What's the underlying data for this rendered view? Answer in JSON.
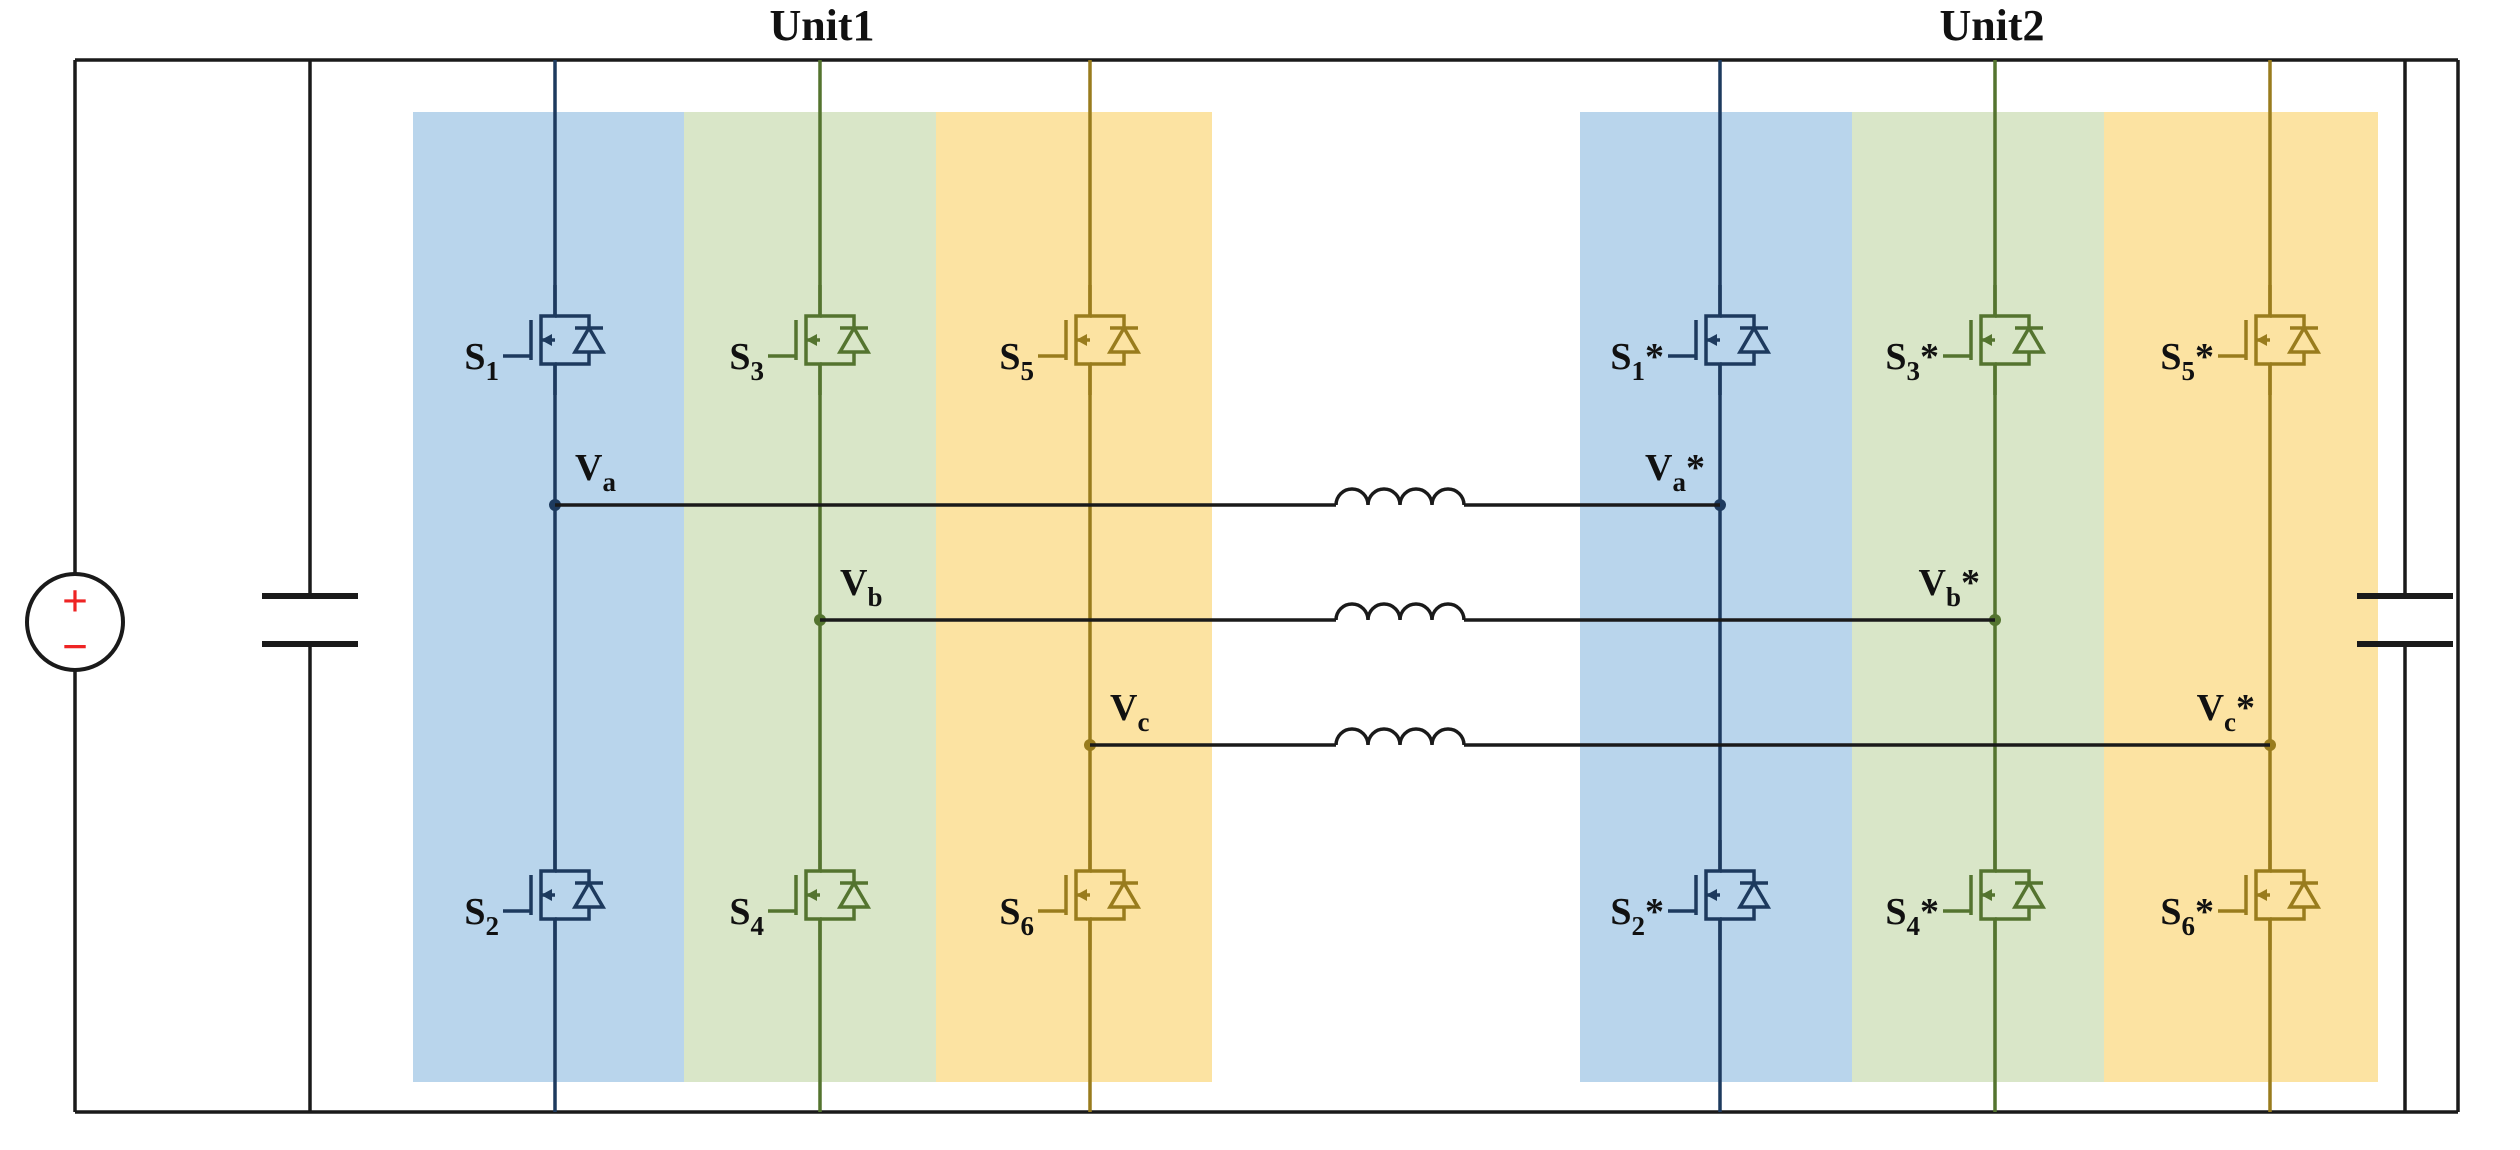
{
  "colors": {
    "wire": "#1a1a1a",
    "band_blue": "#b9d5ec",
    "band_green": "#d9e6c8",
    "band_yellow": "#fce3a2",
    "leg_blue": "#1d3a5e",
    "leg_green": "#54742f",
    "leg_yellow": "#997c1d",
    "sign_red": "#ee2424"
  },
  "source": {
    "plus": "+",
    "minus": "−"
  },
  "unit1": {
    "title": "Unit1",
    "switches": [
      {
        "base": "S",
        "sub": "1",
        "star": ""
      },
      {
        "base": "S",
        "sub": "2",
        "star": ""
      },
      {
        "base": "S",
        "sub": "3",
        "star": ""
      },
      {
        "base": "S",
        "sub": "4",
        "star": ""
      },
      {
        "base": "S",
        "sub": "5",
        "star": ""
      },
      {
        "base": "S",
        "sub": "6",
        "star": ""
      }
    ],
    "phases": [
      {
        "base": "V",
        "sub": "a",
        "star": ""
      },
      {
        "base": "V",
        "sub": "b",
        "star": ""
      },
      {
        "base": "V",
        "sub": "c",
        "star": ""
      }
    ]
  },
  "unit2": {
    "title": "Unit2",
    "switches": [
      {
        "base": "S",
        "sub": "1",
        "star": "*"
      },
      {
        "base": "S",
        "sub": "2",
        "star": "*"
      },
      {
        "base": "S",
        "sub": "3",
        "star": "*"
      },
      {
        "base": "S",
        "sub": "4",
        "star": "*"
      },
      {
        "base": "S",
        "sub": "5",
        "star": "*"
      },
      {
        "base": "S",
        "sub": "6",
        "star": "*"
      }
    ],
    "phases": [
      {
        "base": "V",
        "sub": "a",
        "star": "*"
      },
      {
        "base": "V",
        "sub": "b",
        "star": "*"
      },
      {
        "base": "V",
        "sub": "c",
        "star": "*"
      }
    ]
  }
}
